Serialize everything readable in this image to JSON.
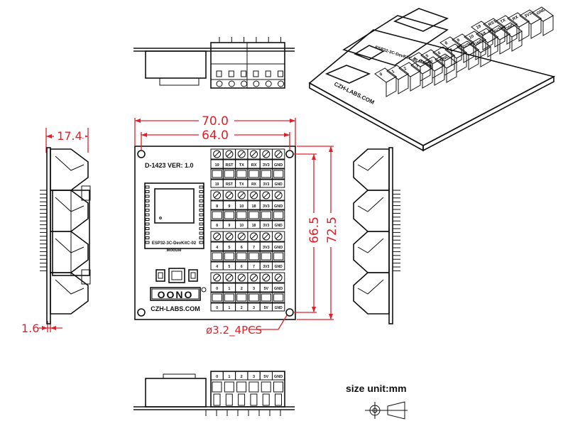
{
  "dimensions": {
    "width_outer": "70.0",
    "width_holes": "64.0",
    "height_holes": "66.5",
    "height_outer": "72.5",
    "depth": "17.4",
    "board_thickness": "1.6",
    "hole_spec": "ø3.2_4PCS"
  },
  "board": {
    "title": "D-1423 VER: 1.0",
    "module_line1": "ESP32-3C-DevKitC-02",
    "module_line2": "Module",
    "logo": "OONO",
    "site": "CZH-LABS.COM"
  },
  "terminal_rows": [
    [
      "19",
      "RST",
      "TX",
      "RX",
      "3V3",
      "GND"
    ],
    [
      "8",
      "9",
      "10",
      "18",
      "3V3",
      "GND"
    ],
    [
      "4",
      "5",
      "6",
      "7",
      "3V3",
      "GND"
    ],
    [
      "0",
      "1",
      "2",
      "3",
      "5V",
      "GND"
    ]
  ],
  "bottom_view_labels": [
    "0",
    "1",
    "2",
    "3",
    "5V",
    "GND"
  ],
  "iso_view": {
    "site": "CZH-LABS.COM",
    "module": "ESP32-3C-DevKitC-02 Module"
  },
  "legend": {
    "size_unit": "size unit:mm"
  },
  "colors": {
    "dimension": "#e0202a",
    "ink": "#111111"
  }
}
